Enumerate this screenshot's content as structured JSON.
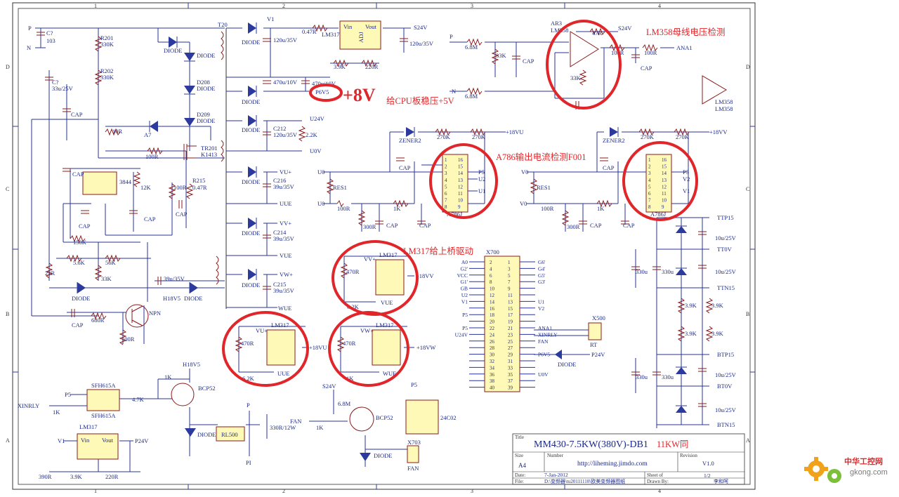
{
  "frame": {
    "columns": [
      "1",
      "2",
      "3",
      "4"
    ],
    "rows": [
      "D",
      "C",
      "B",
      "A"
    ]
  },
  "annotations": {
    "bus_voltage": "LM358母线电压检测",
    "plus8v": "+8V",
    "cpu_supply": "给CPU板稳压+5V",
    "a786": "A786输出电流检测F001",
    "lm317_drive": "LM317给上桥驱动",
    "kw11": "11KW同"
  },
  "title_block": {
    "title_label": "Title",
    "title": "MM430-7.5KW(380V)-DB1",
    "size_label": "Size",
    "size": "A4",
    "number_label": "Number",
    "number": "http://liheming.jimdo.com",
    "revision_label": "Revision",
    "revision": "V1.0",
    "date_label": "Date:",
    "date": "7-Jan-2012",
    "sheet_label": "Sheet  of",
    "sheet": "1/2",
    "file_label": "File:",
    "file": "D:\\变频器\\tu20111110\\欧美变频器图纸",
    "drawn_label": "Drawn By:",
    "drawn": "李和呵"
  },
  "watermark": {
    "cn": "中华工控网",
    "en": "gkong.com"
  },
  "nets": {
    "p": "P",
    "n": "N",
    "p6v5": "P6V5",
    "s24v": "S24V",
    "u24v": "U24V",
    "u0v": "U0V",
    "vu_plus": "VU+",
    "uue": "UUE",
    "vv_plus": "VV+",
    "vue": "VUE",
    "vw_plus": "VW+",
    "wue": "WUE",
    "h18v5": "H18V5",
    "ana1": "ANA1",
    "p18vu": "+18VU",
    "p18vv": "+18VV",
    "p18vw": "+18VW",
    "p5": "P5",
    "u0": "U0",
    "v0": "V0",
    "u1": "U1",
    "v1": "V1",
    "u2": "U2",
    "v2": "V2",
    "ttp15": "TTP15",
    "tt0v": "TT0V",
    "ttn15": "TTN15",
    "btp15": "BTP15",
    "bt0v": "BT0V",
    "btn15": "BTN15",
    "p24v": "P24V",
    "xinrly": "XINRLY",
    "fan": "FAN",
    "pi": "PI",
    "u0v_b": "U0V",
    "rt": "RT"
  },
  "parts": {
    "c103": "C?",
    "c103v": "103",
    "r201": "R201",
    "r201v": "330K",
    "r202": "R202",
    "r202v": "330K",
    "c33u": "C?",
    "c33uv": "33u/25V",
    "diode": "DIODE",
    "d208": "D208",
    "d209": "D209",
    "t20": "T20",
    "tr201": "TR201",
    "k1413": "K1413",
    "ic3844": "3844",
    "r10r": "10R",
    "r100r": "100R",
    "r12k": "12K",
    "r215": "R215",
    "r047": "0.47R",
    "cap": "CAP",
    "r150k": "150K",
    "r56k": "5.6K",
    "r56kb": "56K",
    "r33k": "33K",
    "r22r": "22R",
    "r680r": "680R",
    "npn": "NPN",
    "c39u": "39u/35V",
    "a7": "A7",
    "lm317": "LM317",
    "adj": "ADJ",
    "vin": "Vin",
    "vout": "Vout",
    "c120u": "120u/35V",
    "c470u": "470u/10V",
    "r39k": "3.9K",
    "r220r": "220R",
    "r047b": "0.47R",
    "c212": "C212",
    "r22k": "2.2K",
    "c216": "C216",
    "c214": "C214",
    "c215": "C215",
    "ar3": "AR3",
    "lm358": "LM358",
    "r47r": "47R",
    "r68m": "6.8M",
    "zener2": "ZENER2",
    "r270k": "270K",
    "res1": "RES1",
    "r1k": "1K",
    "r300r": "300R",
    "a786j": "A786J",
    "r470r": "470R",
    "r62k": "6.2K",
    "x700": "X700",
    "x500": "X500",
    "x703": "X703",
    "bcp52": "BCP52",
    "sfh615a": "SFH615A",
    "r47k": "4.7K",
    "rl500": "RL500",
    "r330": "330R/12W",
    "ic24c02": "24C02",
    "c10u": "10u/25V",
    "c330u": "330u",
    "r390r": "390R",
    "r10k": "10K"
  },
  "x700_left": [
    "A0",
    "G2'",
    "VCC",
    "G1'",
    "GB",
    "U2",
    "V1",
    "",
    "P5",
    "",
    "P5",
    "U24V",
    "",
    "",
    ""
  ],
  "x700_left_pins": [
    "2",
    "4",
    "6",
    "8",
    "10",
    "12",
    "14",
    "16",
    "18",
    "20",
    "22",
    "24",
    "26",
    "28",
    "30",
    "32",
    "34",
    "36",
    "38",
    "40"
  ],
  "x700_right_pins": [
    "1",
    "3",
    "5",
    "7",
    "9",
    "11",
    "13",
    "15",
    "17",
    "19",
    "21",
    "23",
    "25",
    "27",
    "29",
    "31",
    "33",
    "35",
    "37",
    "39"
  ],
  "x700_right": [
    "G6'",
    "G4'",
    "G5'",
    "G3'",
    "",
    "",
    "U1",
    "V2",
    "",
    "",
    "ANA1",
    "XINRLY",
    "FAN",
    "",
    "P6V5",
    "",
    "",
    "U0V",
    "",
    ""
  ],
  "a786_pins_left": [
    "1",
    "2",
    "3",
    "4",
    "5",
    "6",
    "7",
    "8"
  ],
  "a786_pins_right": [
    "16",
    "15",
    "14",
    "13",
    "12",
    "11",
    "10",
    "9"
  ]
}
